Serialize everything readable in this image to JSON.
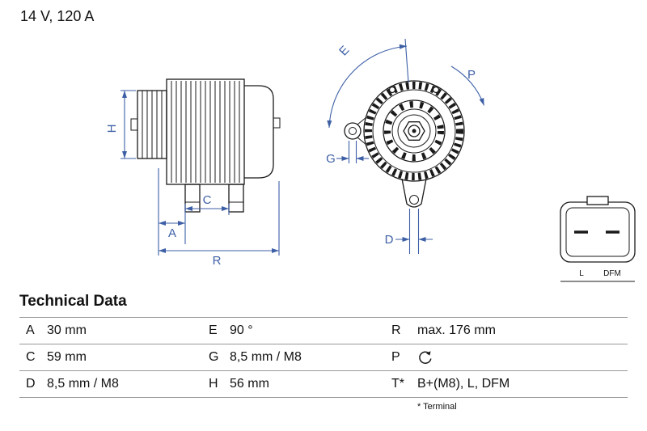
{
  "header": {
    "rating": "14 V, 120 A"
  },
  "drawing": {
    "labels": {
      "H": "H",
      "A": "A",
      "C": "C",
      "R": "R",
      "E": "E",
      "P": "P",
      "G": "G",
      "D": "D"
    },
    "connector": {
      "pin1": "L",
      "pin2": "DFM"
    }
  },
  "table": {
    "title": "Technical Data",
    "rows": [
      {
        "key1": "A",
        "val1": "30 mm",
        "key2": "E",
        "val2": "90 °",
        "key3": "R",
        "val3": "max. 176 mm"
      },
      {
        "key1": "C",
        "val1": "59 mm",
        "key2": "G",
        "val2": "8,5 mm / M8",
        "key3": "P",
        "val3_icon": "rotation-cw-icon"
      },
      {
        "key1": "D",
        "val1": "8,5 mm / M8",
        "key2": "H",
        "val2": "56 mm",
        "key3": "T*",
        "val3": "B+(M8), L, DFM"
      }
    ],
    "footnote": "* Terminal"
  },
  "colors": {
    "dimension_blue": "#3d5fa5",
    "drawing_black": "#1a1a1a",
    "table_line": "#999999",
    "text_color": "#111111"
  }
}
